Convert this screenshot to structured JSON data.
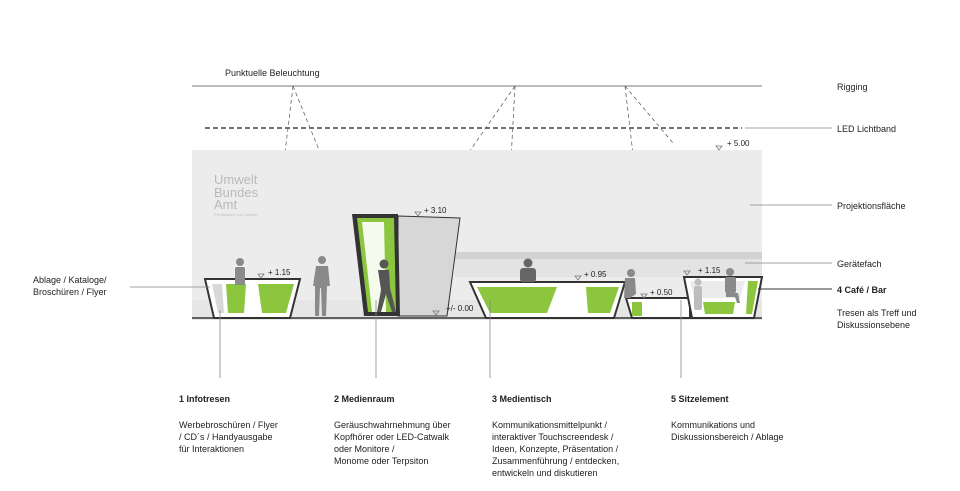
{
  "labels": {
    "lighting": "Punktuelle Beleuchtung",
    "rigging": "Rigging",
    "led_band": "LED Lichtband",
    "projection": "Projektionsfläche",
    "device_shelf": "Gerätefach",
    "catalog_left_line1": "Ablage / Kataloge/",
    "catalog_left_line2": "Broschüren / Flyer",
    "cafe_title": "4 Café / Bar",
    "cafe_desc_line1": "Tresen als Treff und",
    "cafe_desc_line2": "Diskussionsebene"
  },
  "logo": {
    "line1": "Umwelt",
    "line2": "Bundes",
    "line3": "Amt",
    "tagline": "Für Mensch und Umwelt"
  },
  "heights": {
    "h500": "+ 5.00",
    "h310": "+ 3.10",
    "h115a": "+ 1.15",
    "h095": "+ 0.95",
    "h115b": "+ 1.15",
    "h050": "+ 0.50",
    "h000": "+/- 0.00"
  },
  "columns": [
    {
      "title": "1 Infotresen",
      "desc": "Werbebroschüren / Flyer\n/ CD´s / Handyausgabe\nfür Interaktionen"
    },
    {
      "title": "2 Medienraum",
      "desc": "Geräuschwahrnehmung über\nKopfhörer oder LED-Catwalk\noder Monitore /\nMonome oder Terpsiton"
    },
    {
      "title": "3 Medientisch",
      "desc": "Kommunikationsmittelpunkt /\ninteraktiver Touchscreendesk /\nIdeen, Konzepte, Präsentation /\nZusammenführung / entdecken,\nentwickeln und diskutieren"
    },
    {
      "title": "5 Sitzelement",
      "desc": "Kommunikations und\nDiskussionsbereich / Ablage"
    }
  ],
  "colors": {
    "wall": "#ececec",
    "green": "#8cc63f",
    "line": "#555555",
    "dark": "#333333",
    "figure": "#8a8a8a"
  }
}
